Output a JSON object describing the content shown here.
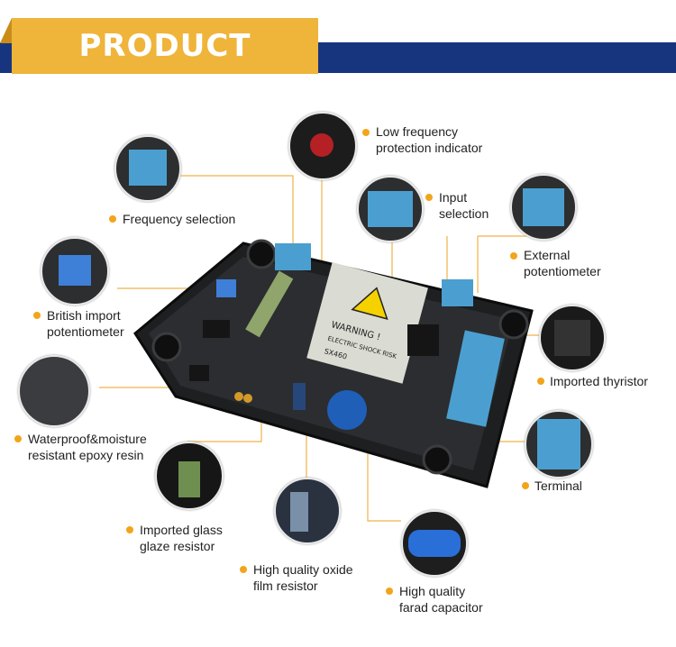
{
  "header": {
    "title": "PRODUCT FEATURE"
  },
  "features": [
    {
      "id": "low_freq",
      "line1": "Low frequency",
      "line2": "protection indicator"
    },
    {
      "id": "input_sel",
      "line1": "Input",
      "line2": "selection"
    },
    {
      "id": "freq_sel",
      "line1": "Frequency selection",
      "line2": ""
    },
    {
      "id": "ext_pot",
      "line1": "External",
      "line2": "potentiometer"
    },
    {
      "id": "brit_pot",
      "line1": "British import",
      "line2": "potentiometer"
    },
    {
      "id": "thyristor",
      "line1": "Imported thyristor",
      "line2": ""
    },
    {
      "id": "epoxy",
      "line1": "Waterproof&moisture",
      "line2": "resistant epoxy resin"
    },
    {
      "id": "terminal",
      "line1": "Terminal",
      "line2": ""
    },
    {
      "id": "glass",
      "line1": "Imported glass",
      "line2": "glaze resistor"
    },
    {
      "id": "oxide",
      "line1": "High quality oxide",
      "line2": "film resistor"
    },
    {
      "id": "capacitor",
      "line1": "High quality",
      "line2": "farad capacitor"
    }
  ],
  "board": {
    "warning_label": "WARNING !",
    "model": "SX460",
    "sub_text": "ELECTRIC SHOCK RISK"
  },
  "colors": {
    "accent": "#efb43a",
    "band": "#17357f",
    "dot": "#f2a51a",
    "line": "#f0b24a",
    "terminal_blue": "#4a9fd0"
  }
}
